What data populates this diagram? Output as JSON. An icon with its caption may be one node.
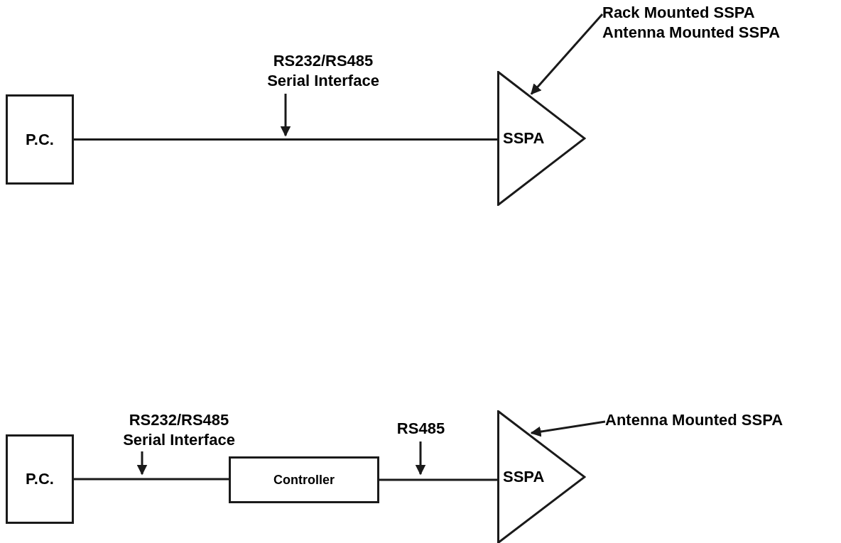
{
  "diagram": {
    "nodes": [
      {
        "text": [
          "P.C."
        ]
      },
      {
        "text": [
          "SSPA"
        ]
      },
      {
        "text": [
          "RS232/RS485 Serial Interface"
        ]
      },
      {
        "text": [
          "Rack Mounted SSPA",
          "Antenna Mounted SSPA"
        ]
      },
      {
        "text": [
          "P.C."
        ]
      },
      {
        "text": [
          "Controller"
        ]
      },
      {
        "text": [
          "SSPA"
        ]
      },
      {
        "text": [
          "RS232/RS485 Serial Interface"
        ]
      },
      {
        "text": [
          "RS485"
        ]
      },
      {
        "text": [
          "Antenna Mounted SSPA"
        ]
      }
    ],
    "edges": [
      {
        "from": 0,
        "to": 1,
        "arrow": "none"
      },
      {
        "from": 2,
        "to": null,
        "arrow": "to"
      },
      {
        "from": 3,
        "to": 1,
        "arrow": "to"
      },
      {
        "from": 4,
        "to": 5,
        "arrow": "none"
      },
      {
        "from": 5,
        "to": 6,
        "arrow": "none"
      },
      {
        "from": 7,
        "to": null,
        "arrow": "to"
      },
      {
        "from": 8,
        "to": null,
        "arrow": "to"
      },
      {
        "from": 9,
        "to": 6,
        "arrow": "to"
      }
    ]
  }
}
